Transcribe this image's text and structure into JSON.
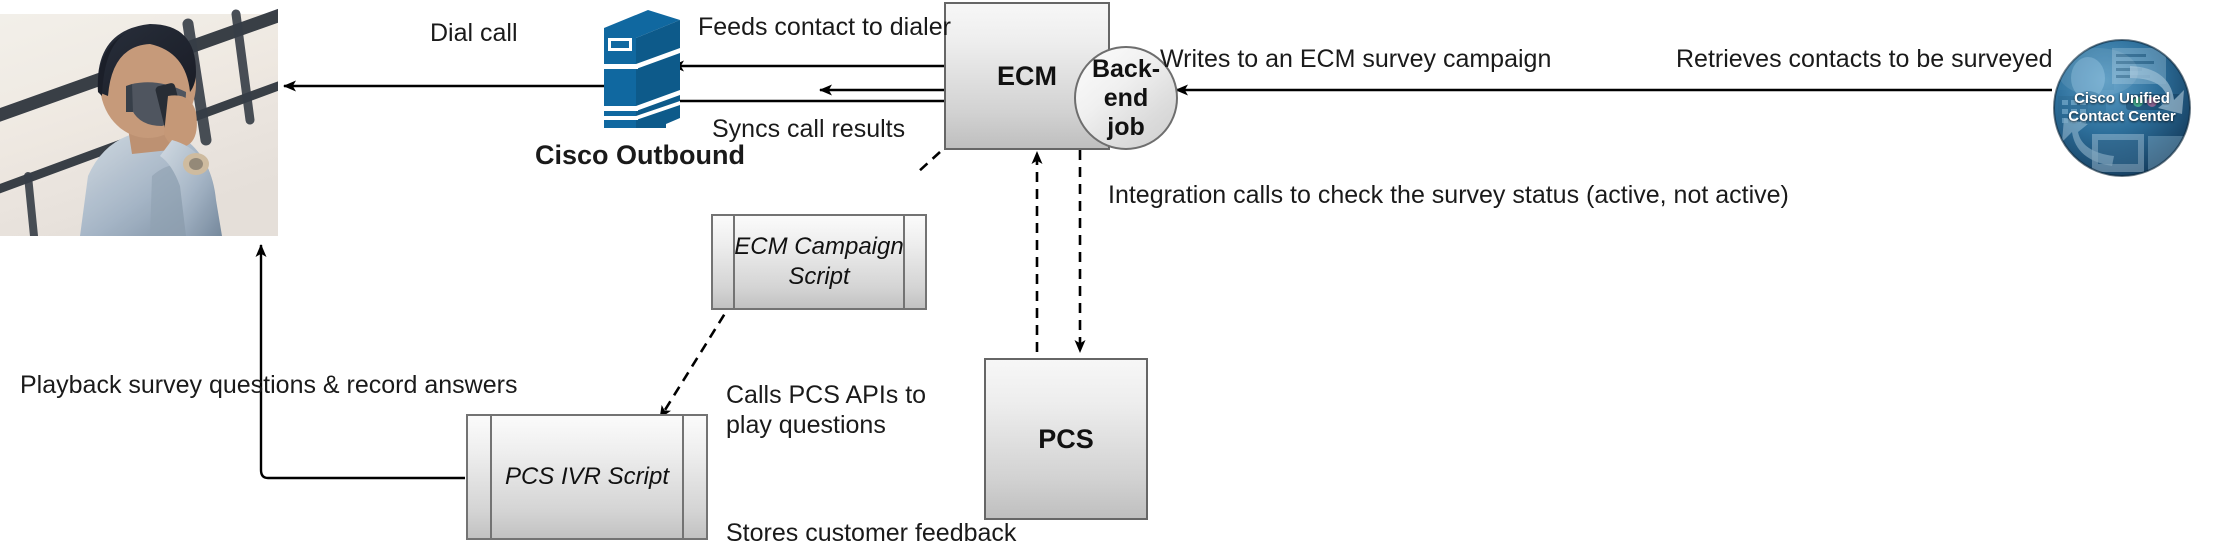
{
  "diagram": {
    "title": "Cisco Outbound post-call survey integration flow",
    "nodes": {
      "customer_photo": {
        "alt": "Man wearing face mask talking on mobile phone"
      },
      "cisco_outbound": {
        "label": "Cisco Outbound",
        "icon": "server-icon"
      },
      "ecm": {
        "label": "ECM"
      },
      "backend_job": {
        "label": "Back-end\njob",
        "line1": "Back-end",
        "line2": "job"
      },
      "uccx_logo": {
        "line1": "Cisco Unified",
        "line2": "Contact Center"
      },
      "ecm_campaign_script": {
        "line1": "ECM Campaign",
        "line2": "Script"
      },
      "pcs_ivr_script": {
        "label": "PCS IVR Script"
      },
      "pcs": {
        "label": "PCS"
      }
    },
    "edges": {
      "dial_call": "Dial call",
      "feeds_contact": "Feeds contact to dialer",
      "syncs_call_results": "Syncs call results",
      "writes_campaign": "Writes to an ECM survey campaign",
      "retrieves_contacts": "Retrieves contacts to be surveyed",
      "integration_calls": "Integration calls to check the survey status (active, not active)",
      "playback_survey": "Playback survey questions & record answers",
      "calls_pcs_apis_l1": "Calls PCS APIs to",
      "calls_pcs_apis_l2": "play questions",
      "stores_feedback": "Stores customer feedback"
    },
    "colors": {
      "cisco_blue": "#1068a0",
      "node_border": "#666666",
      "line": "#000000",
      "text": "#1a1a1a"
    }
  }
}
